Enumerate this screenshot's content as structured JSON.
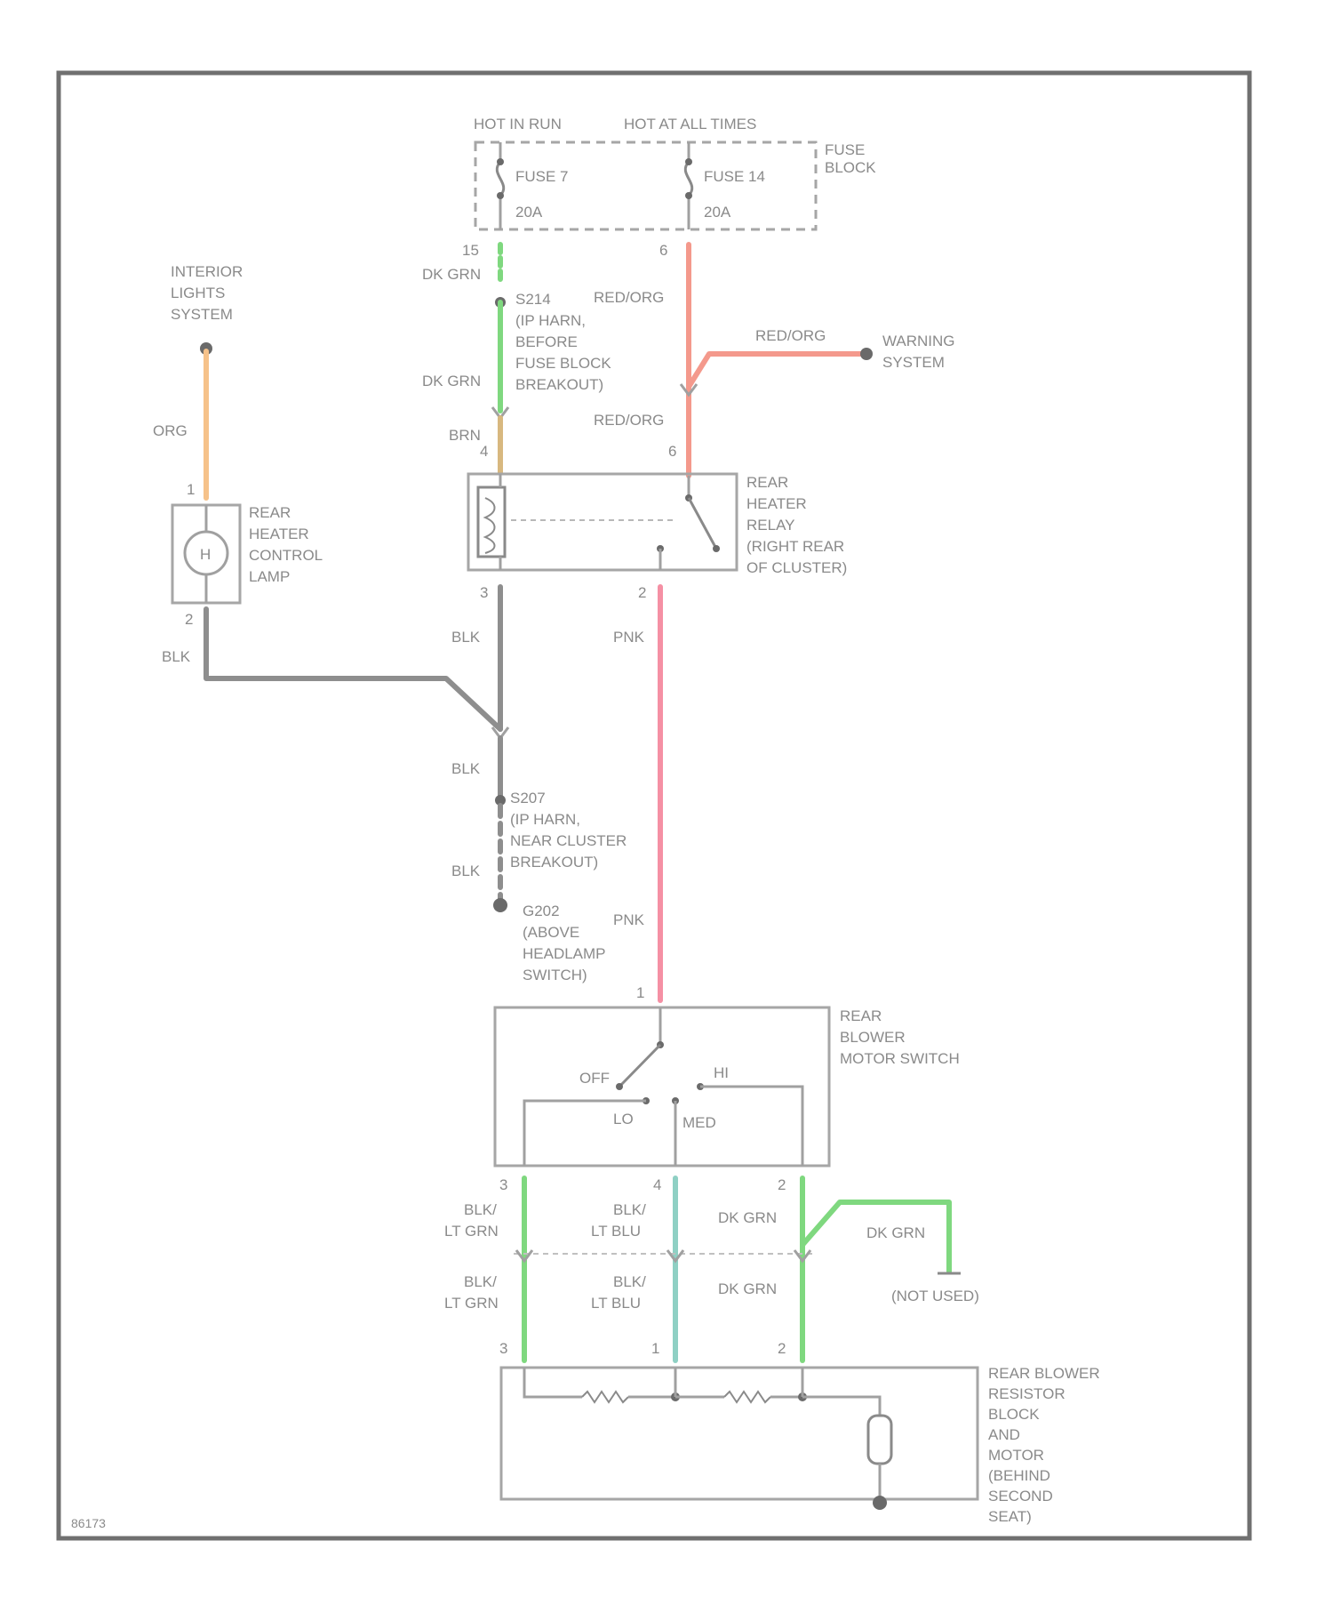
{
  "colors": {
    "dk_grn": "#7fd87f",
    "red_org": "#f4998c",
    "org": "#f6c28a",
    "brn": "#d8b87f",
    "blk": "#8e8e8e",
    "pnk": "#f590a4",
    "lt_grn": "#7fd87f",
    "lt_blu": "#8fd0c4",
    "frame": "#707070"
  },
  "power": {
    "hot_in_run": "HOT IN RUN",
    "hot_at_all_times": "HOT AT ALL TIMES",
    "fuse_block": [
      "FUSE",
      "BLOCK"
    ],
    "fuse7": {
      "name": "FUSE 7",
      "rating": "20A",
      "pin": "15"
    },
    "fuse14": {
      "name": "FUSE 14",
      "rating": "20A",
      "pin": "6"
    }
  },
  "labels": {
    "interior_lights": [
      "INTERIOR",
      "LIGHTS",
      "SYSTEM"
    ],
    "warning_system": [
      "WARNING",
      "SYSTEM"
    ],
    "s214": [
      "S214",
      "(IP HARN,",
      "BEFORE",
      "FUSE BLOCK",
      "BREAKOUT)"
    ],
    "s207": [
      "S207",
      "(IP HARN,",
      "NEAR CLUSTER",
      "BREAKOUT)"
    ],
    "g202": [
      "G202",
      "(ABOVE",
      "HEADLAMP",
      "SWITCH)"
    ],
    "rear_heater_relay": [
      "REAR",
      "HEATER",
      "RELAY",
      "(RIGHT REAR",
      "OF CLUSTER)"
    ],
    "rear_heater_lamp": [
      "REAR",
      "HEATER",
      "CONTROL",
      "LAMP"
    ],
    "blower_switch": [
      "REAR",
      "BLOWER",
      "MOTOR SWITCH"
    ],
    "resistor_block": [
      "REAR BLOWER",
      "RESISTOR",
      "BLOCK",
      "AND",
      "MOTOR",
      "(BEHIND",
      "SECOND",
      "SEAT)"
    ],
    "not_used": "(NOT USED)",
    "figure_id": "86173"
  },
  "wire_labels": {
    "dk_grn": "DK GRN",
    "red_org": "RED/ORG",
    "org": "ORG",
    "brn": "BRN",
    "blk": "BLK",
    "pnk": "PNK",
    "blk_lt_grn": [
      "BLK/",
      "LT GRN"
    ],
    "blk_lt_blu": [
      "BLK/",
      "LT BLU"
    ]
  },
  "pins": {
    "lamp_top": "1",
    "lamp_bottom": "2",
    "relay_brn": "4",
    "relay_red": "6",
    "relay_blk": "3",
    "relay_pnk": "2",
    "switch_in": "1",
    "switch_lo": "3",
    "switch_med": "4",
    "switch_hi": "2",
    "motor_lo": "3",
    "motor_med": "1",
    "motor_hi": "2"
  },
  "switch_positions": {
    "off": "OFF",
    "lo": "LO",
    "med": "MED",
    "hi": "HI"
  },
  "lamp_symbol": "H"
}
